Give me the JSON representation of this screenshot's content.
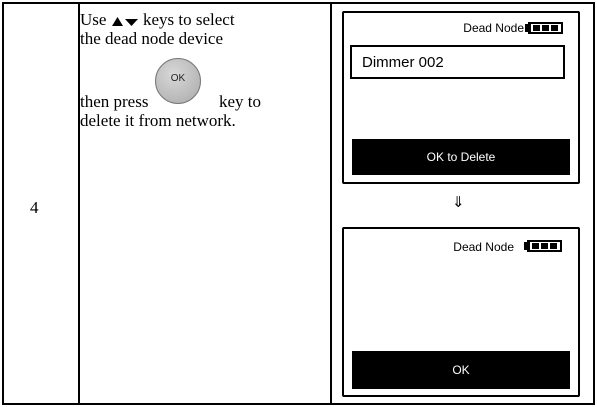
{
  "step": {
    "number": "4"
  },
  "instruction": {
    "line1_prefix": "Use",
    "line1_suffix": "keys to select",
    "line2": "the dead node device",
    "line3_prefix": "then press",
    "line3_suffix": "key to",
    "line4": "delete it from network.",
    "ok_button_label": "OK"
  },
  "screens": [
    {
      "title": "Dead Node",
      "item": "Dimmer 002",
      "action": "OK to Delete"
    },
    {
      "title": "Dead Node",
      "action": "OK"
    }
  ],
  "flow_arrow": "⇓",
  "icons": [
    "up-triangle-icon",
    "down-triangle-icon",
    "battery-icon",
    "down-arrow-icon"
  ]
}
